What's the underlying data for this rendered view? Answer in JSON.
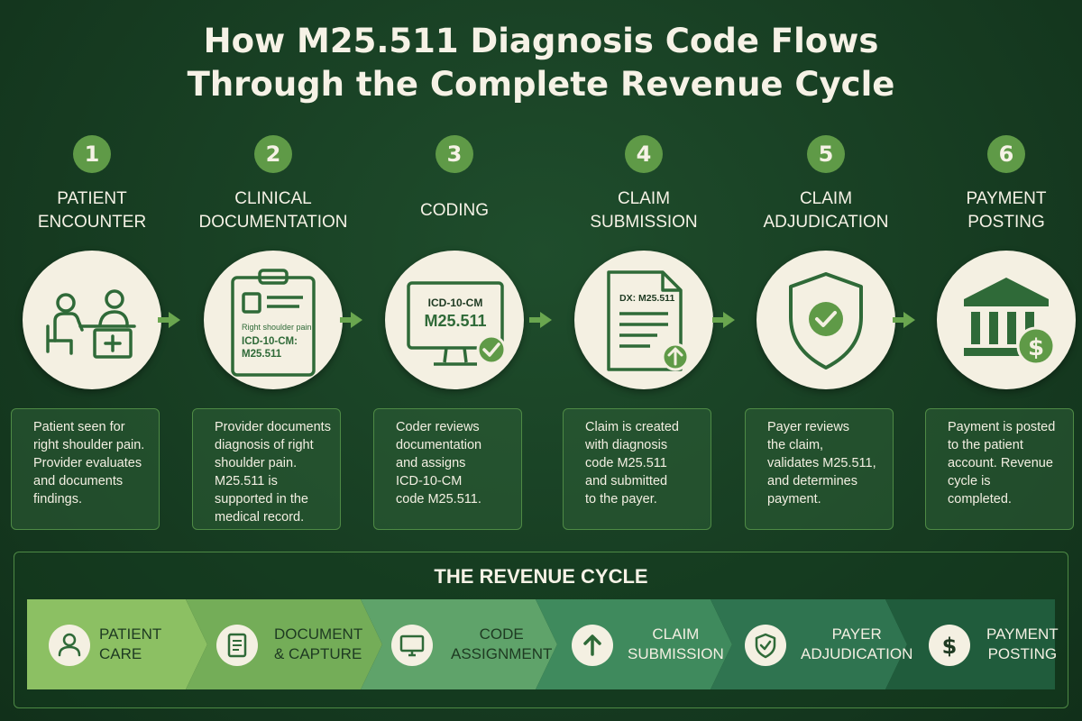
{
  "title": {
    "line1": "How M25.511 Diagnosis Code Flows",
    "line2": "Through the Complete Revenue Cycle"
  },
  "steps": [
    {
      "number": "1",
      "title_line1": "PATIENT",
      "title_line2": "ENCOUNTER",
      "icon": "patient-encounter-icon",
      "desc": [
        "Patient seen for",
        "right shoulder pain.",
        "Provider evaluates",
        "and documents",
        "findings."
      ]
    },
    {
      "number": "2",
      "title_line1": "CLINICAL",
      "title_line2": "DOCUMENTATION",
      "icon": "clipboard-icon",
      "icon_text": {
        "line1": "Right shoulder pain",
        "line2": "ICD-10-CM:",
        "line3": "M25.511"
      },
      "desc": [
        "Provider documents",
        "diagnosis of right",
        "shoulder pain.",
        "M25.511 is",
        "supported in the",
        "medical record."
      ]
    },
    {
      "number": "3",
      "title_line1": "CODING",
      "title_line2": "",
      "icon": "monitor-check-icon",
      "icon_text": {
        "line1": "ICD-10-CM",
        "line2": "M25.511"
      },
      "desc": [
        "Coder reviews",
        "documentation",
        "and assigns",
        "ICD-10-CM",
        "code M25.511."
      ]
    },
    {
      "number": "4",
      "title_line1": "CLAIM",
      "title_line2": "SUBMISSION",
      "icon": "claim-document-icon",
      "icon_text": {
        "line1": "DX: M25.511"
      },
      "desc": [
        "Claim is created",
        "with diagnosis",
        "code M25.511",
        "and submitted",
        "to the payer."
      ]
    },
    {
      "number": "5",
      "title_line1": "CLAIM",
      "title_line2": "ADJUDICATION",
      "icon": "shield-check-icon",
      "desc": [
        "Payer reviews",
        "the claim,",
        "validates M25.511,",
        "and determines",
        "payment."
      ]
    },
    {
      "number": "6",
      "title_line1": "PAYMENT",
      "title_line2": "POSTING",
      "icon": "bank-dollar-icon",
      "desc": [
        "Payment is posted",
        "to the patient",
        "account. Revenue",
        "cycle is",
        "completed."
      ]
    }
  ],
  "cycle": {
    "title": "THE REVENUE CYCLE",
    "stages": [
      {
        "line1": "PATIENT",
        "line2": "CARE",
        "icon": "person-icon",
        "color": "#8cc063"
      },
      {
        "line1": "DOCUMENT",
        "line2": "& CAPTURE",
        "icon": "clipboard-icon",
        "color": "#74ad58"
      },
      {
        "line1": "CODE",
        "line2": "ASSIGNMENT",
        "icon": "monitor-icon",
        "color": "#5fa36a"
      },
      {
        "line1": "CLAIM",
        "line2": "SUBMISSION",
        "icon": "upload-arrow-icon",
        "color": "#3f8a5d"
      },
      {
        "line1": "PAYER",
        "line2": "ADJUDICATION",
        "icon": "shield-check-icon",
        "color": "#2f7450"
      },
      {
        "line1": "PAYMENT",
        "line2": "POSTING",
        "icon": "dollar-icon",
        "color": "#205c3c"
      }
    ]
  },
  "colors": {
    "background": "#173d22",
    "accent_green": "#5f9a47",
    "icon_green": "#2f6a38",
    "cream": "#f4f0e2"
  }
}
